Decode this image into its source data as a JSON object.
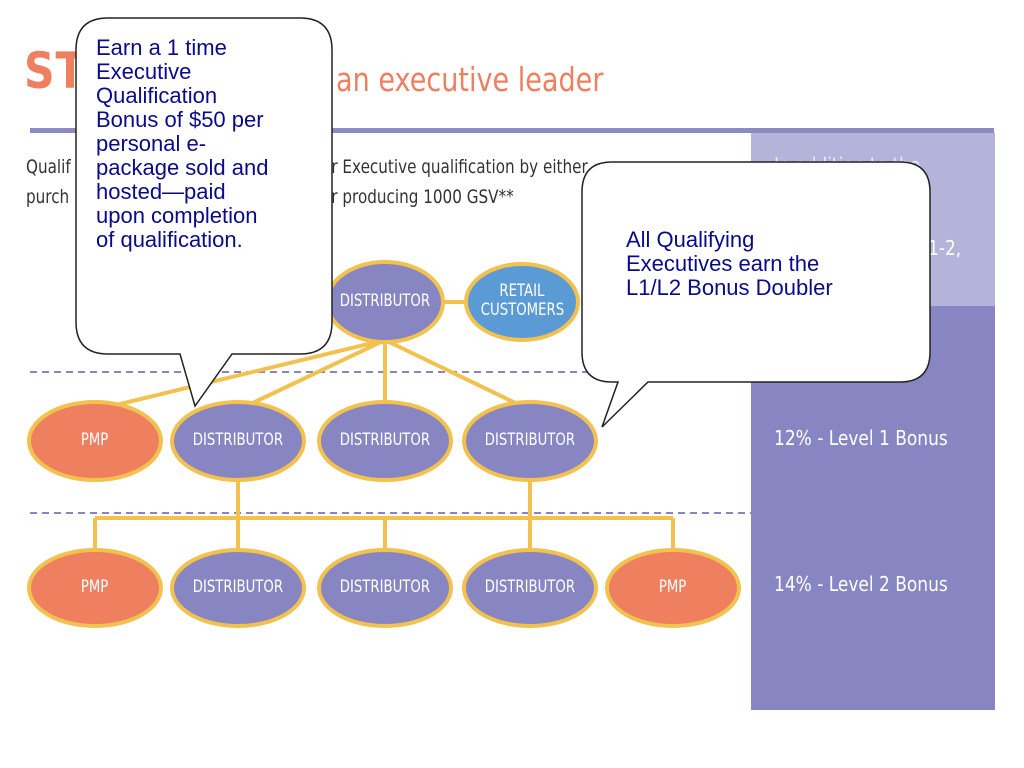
{
  "slide": {
    "title_prefix": "ST",
    "title_suffix": "an executive leader",
    "qualify_line1_left": "Qualif",
    "qualify_line1_right": "er Executive qualification by either",
    "qualify_line2_left": "purch",
    "qualify_line2_right": "or producing 1000 GSV**"
  },
  "side_panel": {
    "top_line1": "In addition to the",
    "top_line2": "1-2,",
    "level1": "12% - Level 1 Bonus",
    "level2": "14% - Level 2 Bonus"
  },
  "nodes": {
    "root": "DISTRIBUTOR",
    "retail": [
      "RETAIL",
      "CUSTOMERS"
    ],
    "row1": [
      "PMP",
      "DISTRIBUTOR",
      "DISTRIBUTOR",
      "DISTRIBUTOR"
    ],
    "row2": [
      "PMP",
      "DISTRIBUTOR",
      "DISTRIBUTOR",
      "DISTRIBUTOR",
      "PMP"
    ]
  },
  "callouts": {
    "left": [
      "Earn a 1 time",
      "Executive",
      "Qualification",
      "Bonus of $50 per",
      "personal e-",
      "package sold and",
      "hosted—paid",
      "upon completion",
      "of qualification."
    ],
    "right": [
      "All Qualifying",
      "Executives earn the",
      "L1/L2 Bonus Doubler"
    ]
  },
  "colors": {
    "distributor": "#8886c2",
    "pmp": "#ee8060",
    "retail": "#5b9bd5",
    "border": "#f2c14e",
    "accent": "#ee8060",
    "panel_light": "#b4b3d9",
    "panel_dark": "#8886c2",
    "callout_text": "#0a0a8a"
  }
}
